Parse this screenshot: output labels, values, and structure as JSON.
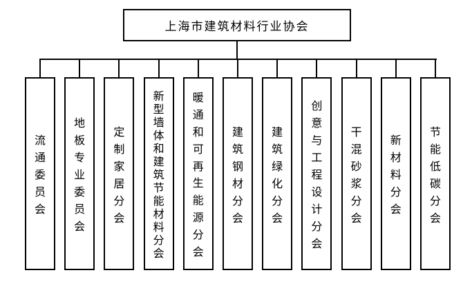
{
  "diagram": {
    "type": "org-chart",
    "root": {
      "label": "上海市建筑材料行业协会"
    },
    "branches": [
      {
        "label": "流通委员会"
      },
      {
        "label": "地板专业委员会"
      },
      {
        "label": "定制家居分会"
      },
      {
        "label": "新型墙体和建筑节能材料分会"
      },
      {
        "label": "暖通和可再生能源分会"
      },
      {
        "label": "建筑钢材分会"
      },
      {
        "label": "建筑绿化分会"
      },
      {
        "label": "创意与工程设计分会"
      },
      {
        "label": "干混砂浆分会"
      },
      {
        "label": "新材料分会"
      },
      {
        "label": "节能低碳分会"
      }
    ],
    "colors": {
      "line": "#000000",
      "background": "#ffffff",
      "text": "#000000"
    }
  }
}
